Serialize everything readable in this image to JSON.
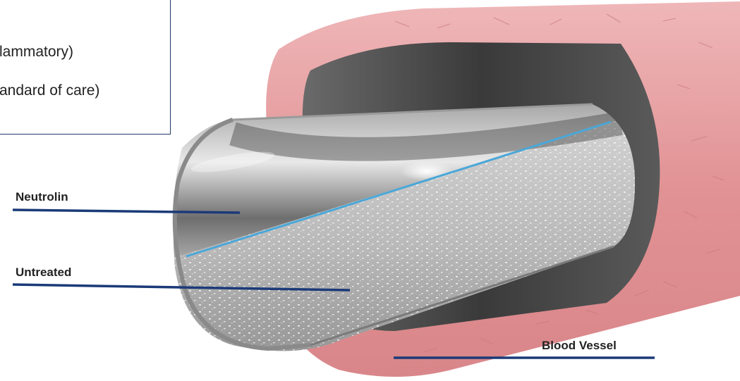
{
  "legend": {
    "line1": "lammatory)",
    "line2": "andard of care)"
  },
  "labels": {
    "neutrolin": "Neutrolin",
    "untreated": "Untreated",
    "blood_vessel": "Blood Vessel"
  },
  "colors": {
    "leader_line": "#1b3a78",
    "divider_line": "#4aa7d8",
    "vessel": "#e39a9d",
    "legend_border": "#1f3a66"
  }
}
